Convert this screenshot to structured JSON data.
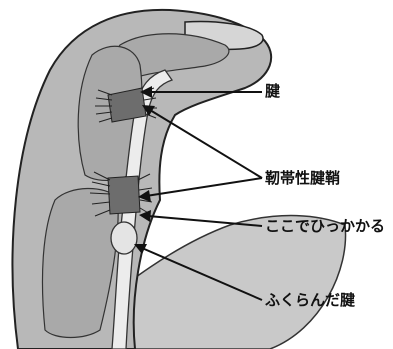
{
  "labels": {
    "tendon": "腱",
    "sheath": "靭帯性腱鞘",
    "catch_point": "ここでひっかかる",
    "swollen_tendon": "ふくらんだ腱"
  }
}
